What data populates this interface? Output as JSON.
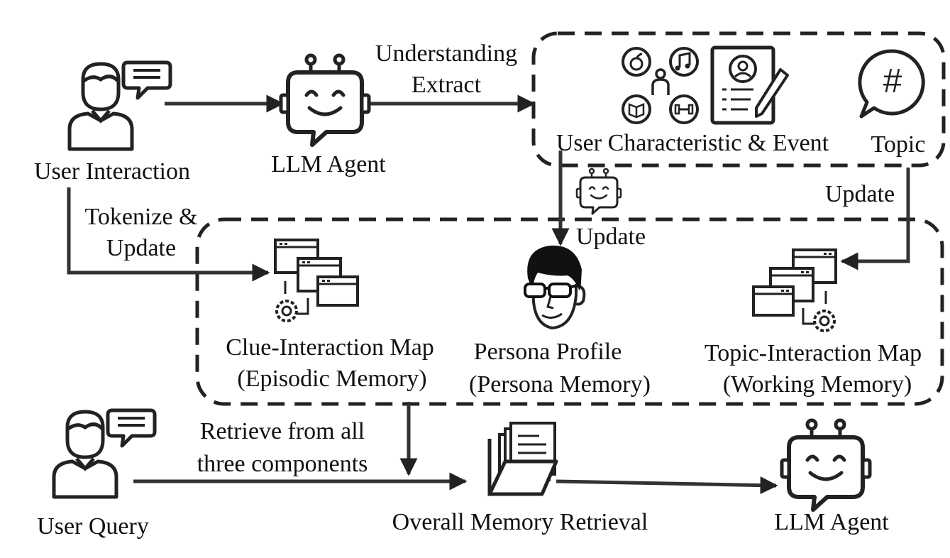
{
  "stroke_color": "#222222",
  "interaction_stage": {
    "user_label": "User Interaction",
    "agent_label": "LLM Agent",
    "extract_label_line1": "Understanding",
    "extract_label_line2": "Extract",
    "characteristic_label": "User Characteristic & Event",
    "topic_label": "Topic",
    "topic_symbol": "#"
  },
  "update_labels": {
    "tokenize_line1": "Tokenize &",
    "tokenize_line2": "Update",
    "persona_update": "Update",
    "topic_update": "Update"
  },
  "memory_components": {
    "clue_map_line1": "Clue-Interaction Map",
    "clue_map_line2": "(Episodic Memory)",
    "persona_line1": "Persona Profile",
    "persona_line2": "(Persona Memory)",
    "topic_map_line1": "Topic-Interaction Map",
    "topic_map_line2": "(Working Memory)"
  },
  "query_stage": {
    "user_label": "User Query",
    "retrieve_line1": "Retrieve from all",
    "retrieve_line2": "three components",
    "retrieval_label": "Overall Memory Retrieval",
    "agent_label": "LLM Agent"
  },
  "icons": [
    "user-chat-icon",
    "robot-agent-icon",
    "interest-cluster-icon",
    "profile-document-icon",
    "hashtag-bubble-icon",
    "small-robot-icon",
    "window-stack-gear-icon",
    "persona-face-icon",
    "folder-documents-icon"
  ]
}
